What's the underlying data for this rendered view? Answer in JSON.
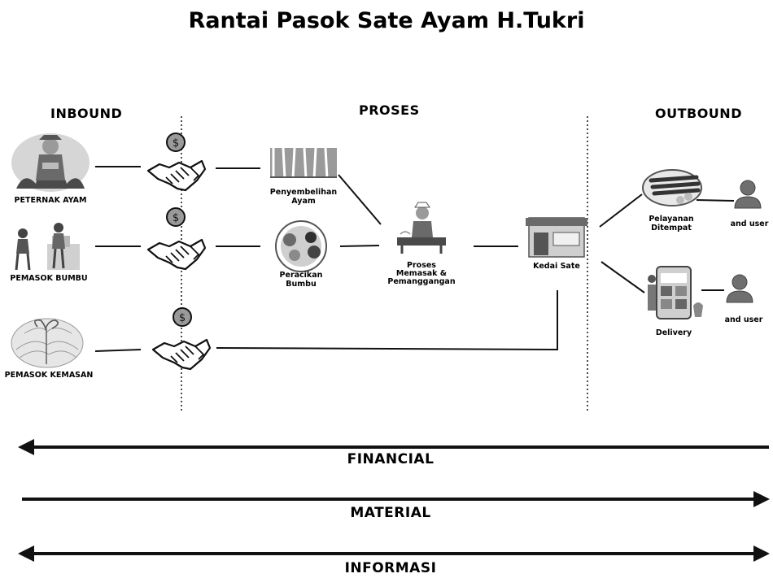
{
  "title": "Rantai Pasok Sate Ayam H.Tukri",
  "sections": {
    "inbound": "INBOUND",
    "proses": "PROSES",
    "outbound": "OUTBOUND"
  },
  "inbound": {
    "peternak": "PETERNAK AYAM",
    "bumbu": "PEMASOK BUMBU",
    "kemasan": "PEMASOK KEMASAN"
  },
  "payment_symbol": "$",
  "process": {
    "penyembelihan": [
      "Penyembelihan",
      "Ayam"
    ],
    "peracikan": [
      "Peracikan",
      "Bumbu"
    ],
    "proses": [
      "Proses",
      "Memasak &",
      "Pemanggangan"
    ]
  },
  "outlet": {
    "kedai": "Kedai Sate"
  },
  "outbound": {
    "pelayanan": [
      "Pelayanan",
      "Ditempat"
    ],
    "delivery": "Delivery",
    "end_user_1": "and user",
    "end_user_2": "and user"
  },
  "flows": {
    "financial": "FINANCIAL",
    "material": "MATERIAL",
    "informasi": "INFORMASI"
  },
  "colors": {
    "ink": "#111111",
    "icon_dark": "#3a3a3a",
    "icon_mid": "#7a7a7a",
    "icon_light": "#bdbdbd"
  }
}
